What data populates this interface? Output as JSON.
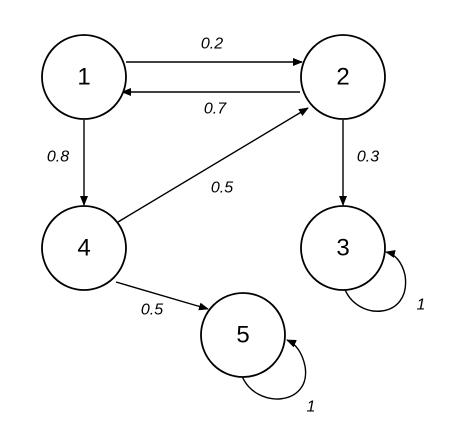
{
  "nodes": [
    {
      "id": "1",
      "label": "1"
    },
    {
      "id": "2",
      "label": "2"
    },
    {
      "id": "3",
      "label": "3"
    },
    {
      "id": "4",
      "label": "4"
    },
    {
      "id": "5",
      "label": "5"
    }
  ],
  "edges": [
    {
      "from": "1",
      "to": "2",
      "label": "0.2"
    },
    {
      "from": "2",
      "to": "1",
      "label": "0.7"
    },
    {
      "from": "1",
      "to": "4",
      "label": "0.8"
    },
    {
      "from": "2",
      "to": "3",
      "label": "0.3"
    },
    {
      "from": "4",
      "to": "2",
      "label": "0.5"
    },
    {
      "from": "4",
      "to": "5",
      "label": "0.5"
    },
    {
      "from": "3",
      "to": "3",
      "label": "1"
    },
    {
      "from": "5",
      "to": "5",
      "label": "1"
    }
  ]
}
